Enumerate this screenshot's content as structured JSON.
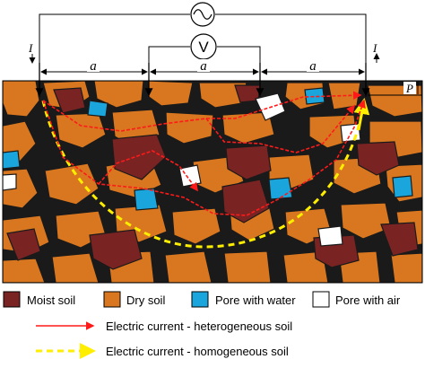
{
  "labels": {
    "voltmeter": "V",
    "spacing": "a",
    "penetration": "P",
    "current_symbol": "I"
  },
  "legend": {
    "items": [
      {
        "label": "Moist soil",
        "color": "#7a2323"
      },
      {
        "label": "Dry soil",
        "color": "#d8771f"
      },
      {
        "label": "Pore with water",
        "color": "#1aa6dd"
      },
      {
        "label": "Pore with air",
        "color": "#ffffff"
      }
    ],
    "lines": [
      {
        "label": "Electric current - heterogeneous soil",
        "color": "#ff1a1a"
      },
      {
        "label": "Electric current - homogeneous soil",
        "color": "#ffee00"
      }
    ]
  },
  "colors": {
    "moist": "#7a2323",
    "dry": "#d8771f",
    "water": "#1aa6dd",
    "air": "#ffffff",
    "outline": "#1a1a1a"
  }
}
